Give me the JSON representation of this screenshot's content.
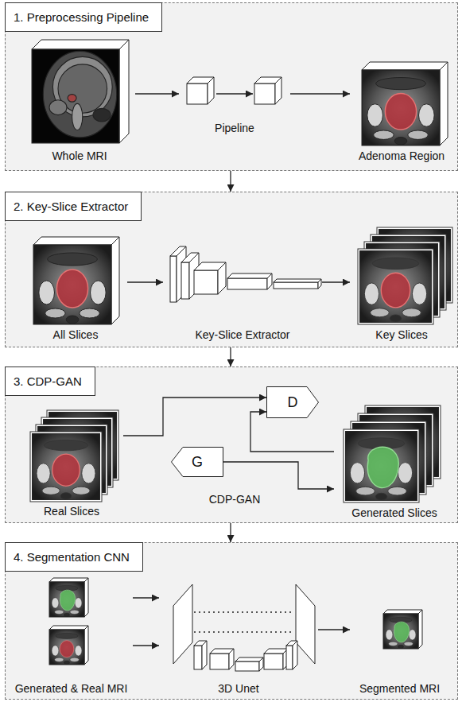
{
  "diagram": {
    "nodes": [
      {
        "text": [
          "1. Preprocessing Pipeline"
        ]
      },
      {
        "text": [
          "Whole MRI"
        ],
        "in": 0
      },
      {
        "text": [
          "Pipeline"
        ],
        "in": 0
      },
      {
        "text": [
          "Adenoma Region"
        ],
        "in": 0
      },
      {
        "text": [
          "2. Key-Slice Extractor"
        ]
      },
      {
        "text": [
          "All Slices"
        ],
        "in": 4
      },
      {
        "text": [
          "Key-Slice Extractor"
        ],
        "in": 4
      },
      {
        "text": [
          "Key Slices"
        ],
        "in": 4
      },
      {
        "text": [
          "3. CDP-GAN"
        ]
      },
      {
        "text": [
          "Real Slices"
        ],
        "in": 8
      },
      {
        "text": [
          "D"
        ],
        "in": 8
      },
      {
        "text": [
          "G"
        ],
        "in": 8
      },
      {
        "text": [
          "Generated Slices"
        ],
        "in": 8
      },
      {
        "text": [
          "4. Segmentation CNN"
        ]
      },
      {
        "text": [
          "Generated & Real MRI"
        ],
        "in": 13
      },
      {
        "text": [
          "3D Unet"
        ],
        "in": 13
      },
      {
        "text": [
          "Segmented MRI"
        ],
        "in": 13
      }
    ],
    "edges": [
      {
        "from": 0,
        "to": 4,
        "arrow": "to"
      },
      {
        "from": 1,
        "to": 2,
        "arrow": "to"
      },
      {
        "from": 2,
        "to": 3,
        "arrow": "to"
      },
      {
        "from": 4,
        "to": 8,
        "arrow": "to"
      },
      {
        "from": 5,
        "to": 6,
        "arrow": "to"
      },
      {
        "from": 6,
        "to": 7,
        "arrow": "to"
      },
      {
        "from": 8,
        "to": 13,
        "arrow": "to"
      },
      {
        "from": 9,
        "to": 10,
        "arrow": "to"
      },
      {
        "from": 12,
        "to": 10,
        "arrow": "to"
      },
      {
        "from": 11,
        "to": 12,
        "arrow": "to"
      },
      {
        "from": 14,
        "to": 15,
        "arrow": "to"
      },
      {
        "from": 14,
        "to": 15,
        "arrow": "to"
      },
      {
        "from": 15,
        "to": 16,
        "arrow": "to"
      }
    ],
    "labels": [
      "CDP-GAN"
    ]
  }
}
